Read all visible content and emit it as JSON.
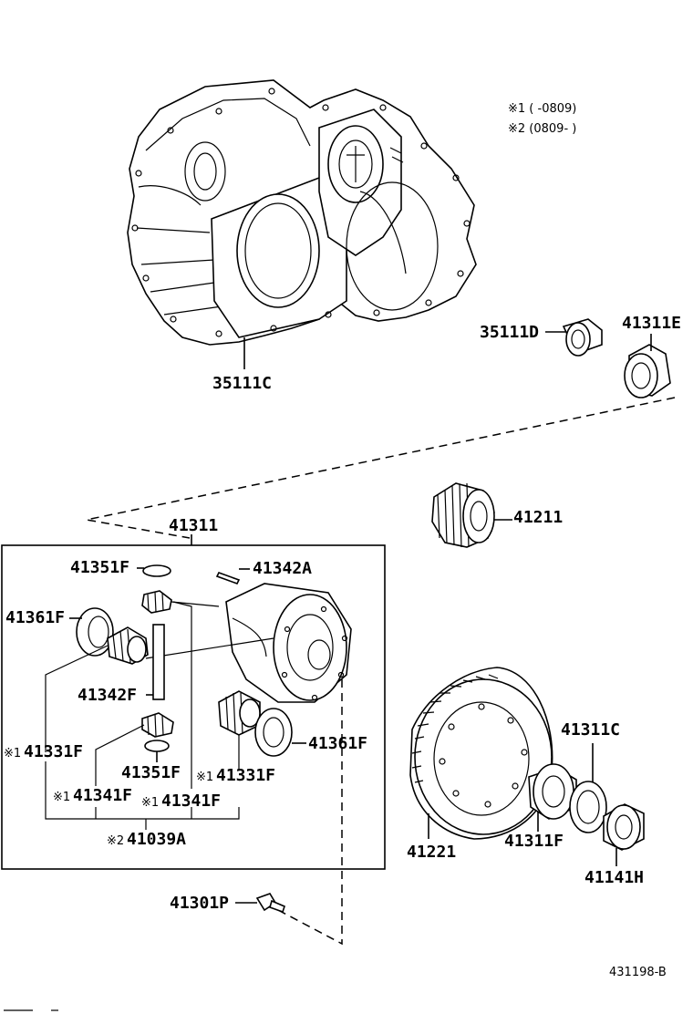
{
  "notes": {
    "note1": "※1 (      -0809)",
    "note2": "※2 (0809-       )"
  },
  "labels": {
    "housing": "35111C",
    "oil_seal": "35111D",
    "bearing_e": "41311E",
    "case": "41311",
    "gear_41211": "41211",
    "washer_41351_top": "41351F",
    "shaft_pin": "41342A",
    "washer_41361_left": "41361F",
    "pinion_shaft": "41342F",
    "side_gear_left": "41331F",
    "side_gear_left_mark": "※1",
    "washer_41351_bottom": "41351F",
    "side_gear_right": "41331F",
    "side_gear_right_mark": "※1",
    "washer_41361_right": "41361F",
    "pinion_left": "41341F",
    "pinion_left_mark": "※1",
    "pinion_right": "41341F",
    "pinion_right_mark": "※1",
    "kit": "41039A",
    "kit_mark": "※2",
    "bolt": "41301P",
    "ring_gear": "41221",
    "bearing_c": "41311C",
    "bearing_f": "41311F",
    "seal_h": "41141H",
    "catalog_code": "431198-B"
  }
}
